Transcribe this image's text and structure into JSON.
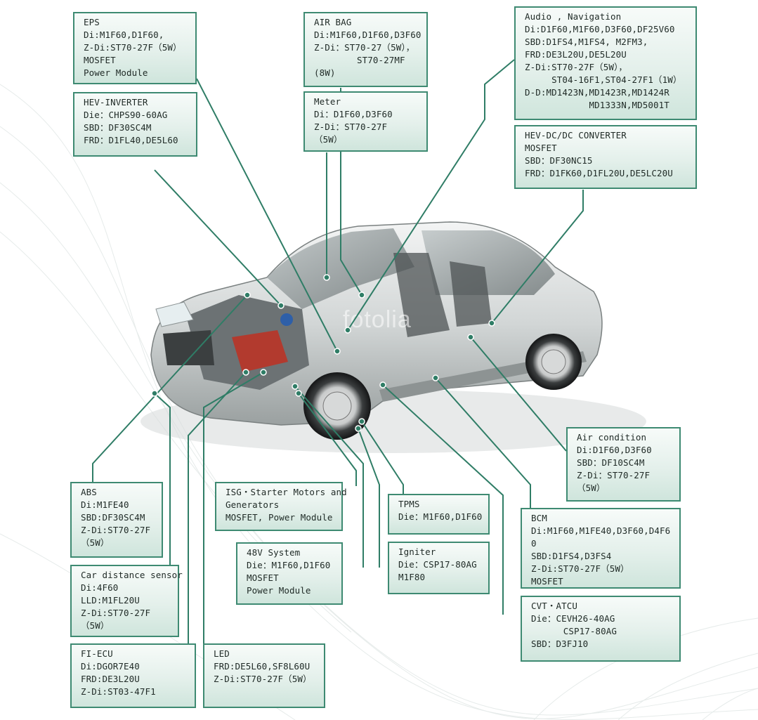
{
  "watermark": "fotolia",
  "colors": {
    "box_border": "#3e8a72",
    "leader_line": "#2f7d66",
    "box_fill": "#dcebe5"
  },
  "boxes": {
    "eps": [
      "EPS",
      "Di:M1F60,D1F60,",
      "Z-Di:ST70-27F（5W）",
      "MOSFET",
      "Power Module"
    ],
    "hev_inverter": [
      "HEV-INVERTER",
      "Die：CHPS90-60AG",
      "SBD：DF30SC4M",
      "FRD：D1FL40,DE5L60"
    ],
    "air_bag": [
      "AIR BAG",
      "Di:M1F60,D1F60,D3F60",
      "Z-Di：ST70-27（5W），",
      "        ST70-27MF",
      "(8W)"
    ],
    "meter": [
      "Meter",
      "Di：D1F60,D3F60",
      "Z-Di：ST70-27F",
      "（5W）"
    ],
    "audio_navigation": [
      "Audio , Navigation",
      "Di:D1F60,M1F60,D3F60,DF25V60",
      "SBD:D1FS4,M1FS4, M2FM3,",
      "FRD:DE3L20U,DE5L20U",
      "Z-Di:ST70-27F（5W），",
      "     ST04-16F1,ST04-27F1（1W）",
      "D-D:MD1423N,MD1423R,MD1424R",
      "            MD1333N,MD5001T"
    ],
    "hev_dcdc": [
      "HEV-DC/DC CONVERTER",
      "MOSFET",
      "SBD：DF30NC15",
      "FRD：D1FK60,D1FL20U,DE5LC20U"
    ],
    "air_condition": [
      "Air condition",
      "Di:D1F60,D3F60",
      "SBD：DF10SC4M",
      "Z-Di：ST70-27F",
      "（5W）"
    ],
    "abs": [
      "ABS",
      "Di:M1FE40",
      "SBD:DF30SC4M",
      "Z-Di:ST70-27F",
      "（5W）"
    ],
    "isg": [
      "ISG・Starter Motors and",
      "Generators",
      "MOSFET, Power Module"
    ],
    "tpms": [
      "TPMS",
      "Die：M1F60,D1F60"
    ],
    "bcm": [
      "BCM",
      "Di:M1F60,M1FE40,D3F60,D4F6",
      "0",
      "SBD:D1FS4,D3FS4",
      "Z-Di:ST70-27F（5W）",
      "MOSFET"
    ],
    "v48_system": [
      "48V System",
      "Die：M1F60,D1F60",
      "MOSFET",
      "Power Module"
    ],
    "igniter": [
      "Igniter",
      "Die：CSP17-80AG",
      "M1F80"
    ],
    "car_distance_sensor": [
      "Car distance sensor",
      "Di:4F60",
      "LLD:M1FL20U",
      "Z-Di:ST70-27F",
      "（5W）"
    ],
    "cvt_atcu": [
      "CVT・ATCU",
      "Die：CEVH26-40AG",
      "      CSP17-80AG",
      "SBD：D3FJ10"
    ],
    "fi_ecu": [
      "FI-ECU",
      "Di:DGOR7E40",
      "FRD:DE3L20U",
      "Z-Di:ST03-47F1"
    ],
    "led": [
      "LED",
      "FRD:DE5L60,SF8L60U",
      "Z-Di:ST70-27F（5W）"
    ]
  }
}
